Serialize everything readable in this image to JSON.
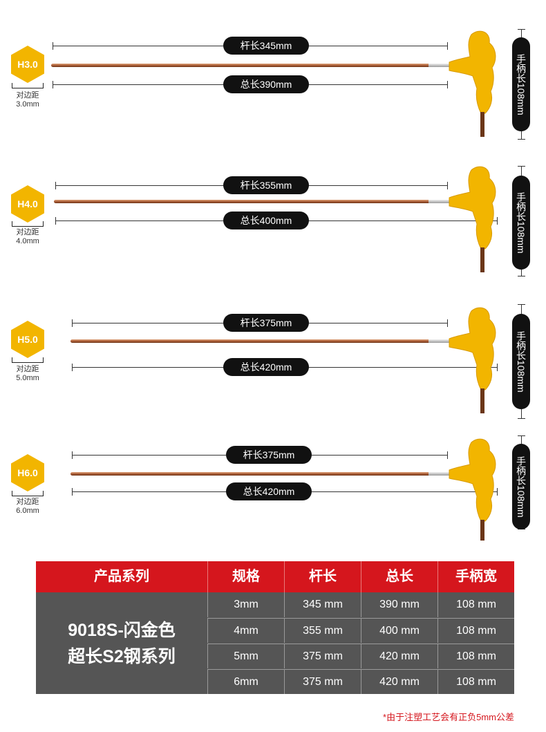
{
  "wrenches": [
    {
      "hex_label": "H3.0",
      "side_title": "对边距",
      "side_value": "3.0mm",
      "shaft_label": "杆长345mm",
      "total_label": "总长390mm",
      "handle_label": "手柄长108mm"
    },
    {
      "hex_label": "H4.0",
      "side_title": "对边距",
      "side_value": "4.0mm",
      "shaft_label": "杆长355mm",
      "total_label": "总长400mm",
      "handle_label": "手柄长108mm"
    },
    {
      "hex_label": "H5.0",
      "side_title": "对边距",
      "side_value": "5.0mm",
      "shaft_label": "杆长375mm",
      "total_label": "总长420mm",
      "handle_label": "手柄长108mm"
    },
    {
      "hex_label": "H6.0",
      "side_title": "对边距",
      "side_value": "6.0mm",
      "shaft_label": "杆长375mm",
      "total_label": "总长420mm",
      "handle_label": "手柄长108mm"
    }
  ],
  "table": {
    "headers": [
      "产品系列",
      "规格",
      "杆长",
      "总长",
      "手柄宽"
    ],
    "series_line1": "9018S-闪金色",
    "series_line2": "超长S2钢系列",
    "rows": [
      [
        "3mm",
        "345 mm",
        "390 mm",
        "108 mm"
      ],
      [
        "4mm",
        "355 mm",
        "400 mm",
        "108 mm"
      ],
      [
        "5mm",
        "375 mm",
        "420 mm",
        "108 mm"
      ],
      [
        "6mm",
        "375 mm",
        "420 mm",
        "108 mm"
      ]
    ]
  },
  "footnote": "*由于注塑工艺会有正负5mm公差",
  "colors": {
    "accent_yellow": "#f2b500",
    "header_red": "#d5161d",
    "table_gray": "#555555",
    "pill_black": "#111111"
  }
}
